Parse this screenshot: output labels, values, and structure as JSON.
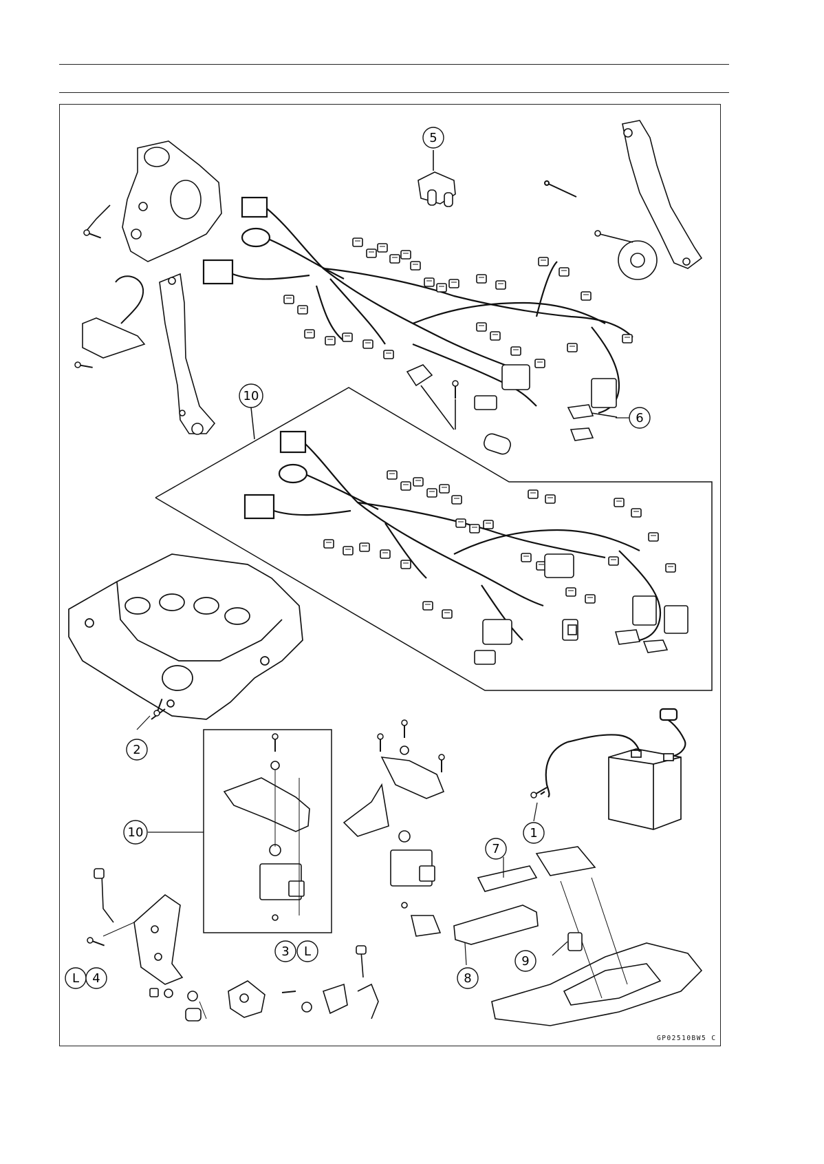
{
  "callouts": [
    {
      "id": "c1",
      "label": "1"
    },
    {
      "id": "c2",
      "label": "2"
    },
    {
      "id": "c3",
      "label": "3",
      "suffix": "L"
    },
    {
      "id": "c4",
      "label": "4",
      "prefix": "L"
    },
    {
      "id": "c5",
      "label": "5"
    },
    {
      "id": "c6",
      "label": "6"
    },
    {
      "id": "c7",
      "label": "7"
    },
    {
      "id": "c8",
      "label": "8"
    },
    {
      "id": "c9",
      "label": "9"
    },
    {
      "id": "c10a",
      "label": "10"
    },
    {
      "id": "c10b",
      "label": "10"
    }
  ],
  "figure_code": "GP02510BW5 C"
}
